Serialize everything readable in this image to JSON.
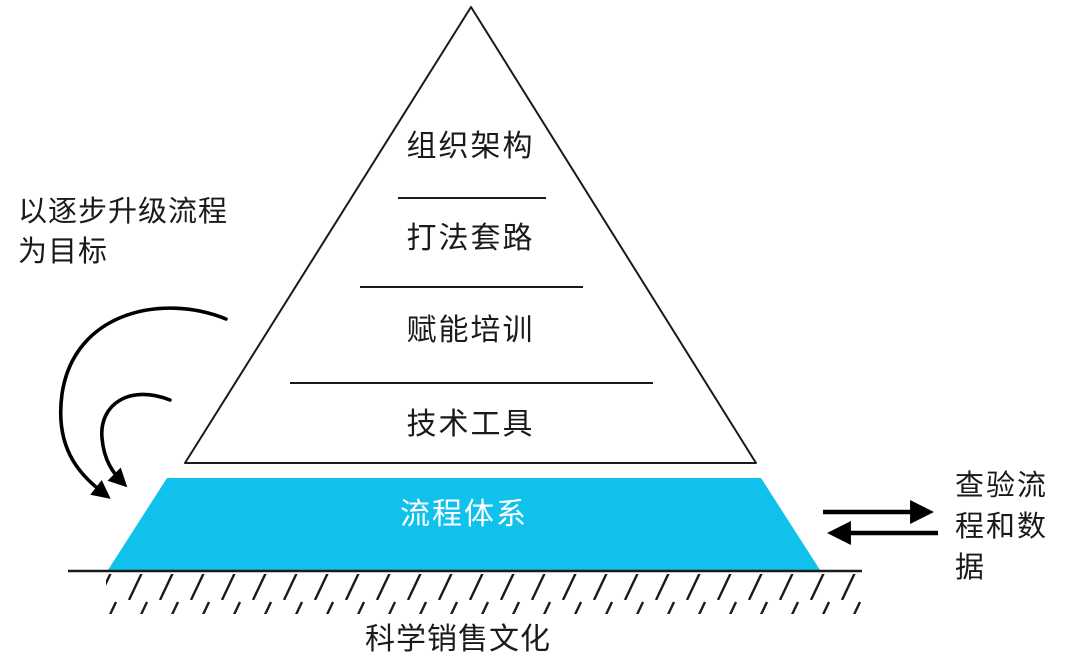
{
  "diagram": {
    "title_hint": "sales-enablement-pyramid",
    "pyramid": {
      "levels": [
        {
          "label": "组织架构"
        },
        {
          "label": "打法套路"
        },
        {
          "label": "赋能培训"
        },
        {
          "label": "技术工具"
        }
      ]
    },
    "process_band": {
      "label": "流程体系",
      "fill_color": "#10C1EC",
      "text_color": "#FFFFFF"
    },
    "foundation": {
      "label": "科学销售文化"
    },
    "left_note": {
      "text": "以逐步升级流程为目标"
    },
    "right_note": {
      "text": "查验流程和数据"
    },
    "colors": {
      "ink": "#000000",
      "band": "#10C1EC"
    }
  }
}
